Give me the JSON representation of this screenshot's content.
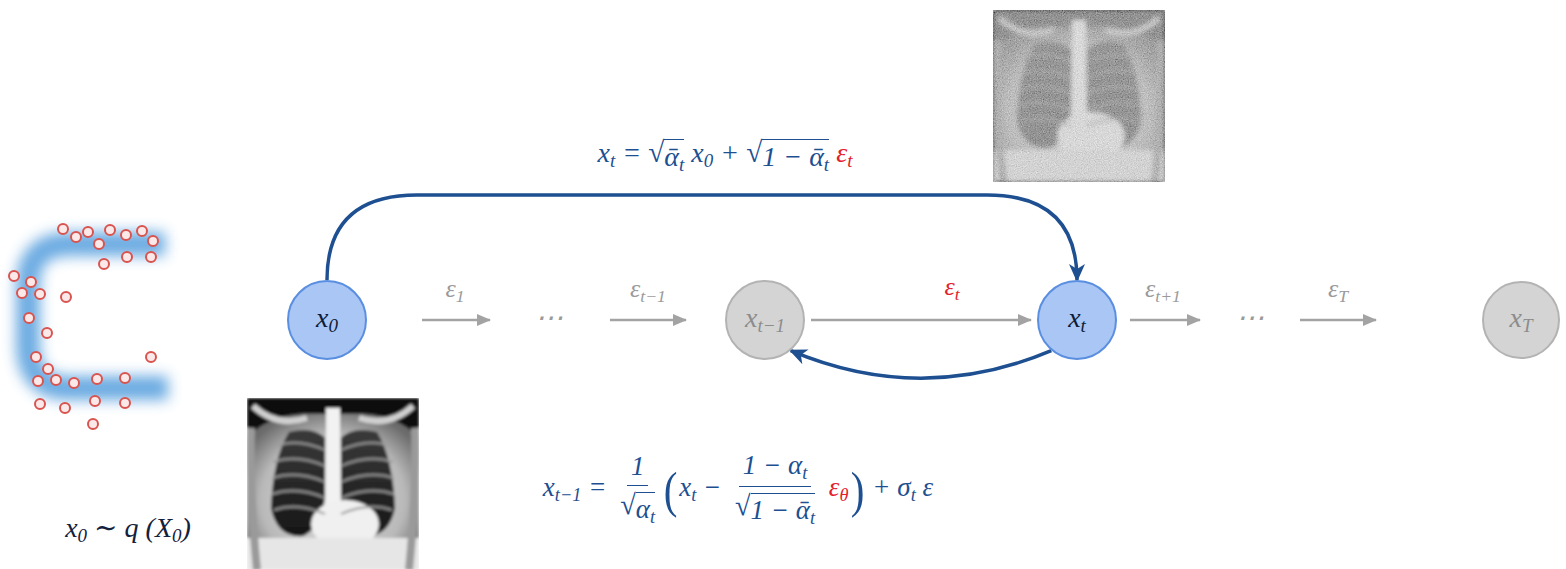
{
  "diagram": {
    "nodes": [
      {
        "text": [
          "x0"
        ]
      },
      {
        "text": [
          "xt−1"
        ]
      },
      {
        "text": [
          "xt"
        ]
      },
      {
        "text": [
          "xT"
        ]
      }
    ],
    "edges": [
      {
        "from": 0,
        "to": 2,
        "arrow": "to",
        "label": "xt = √ᾱt x0 + √1 − ᾱt εt"
      },
      {
        "from": 1,
        "to": 2,
        "arrow": "to",
        "label": "εt"
      },
      {
        "from": 2,
        "to": 1,
        "arrow": "to",
        "label": "xt−1 = 1√αt(xt − 1 − αt√1 − ᾱt εθ) + σt ε"
      }
    ],
    "labels": [
      "ε1",
      "⋯",
      "εt−1",
      "εt+1",
      "⋯",
      "εT",
      "x0 ∼ q (X0)"
    ]
  }
}
